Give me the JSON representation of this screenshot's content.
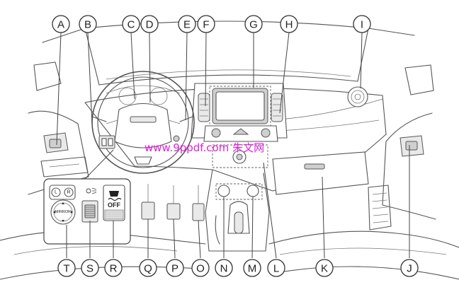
{
  "watermark": "www.9ppdf.com 朱文网",
  "callouts_top": [
    "A",
    "B",
    "C",
    "D",
    "E",
    "F",
    "G",
    "H",
    "I"
  ],
  "callouts_bottom": [
    "T",
    "S",
    "R",
    "Q",
    "P",
    "O",
    "N",
    "M",
    "L",
    "K",
    "J"
  ],
  "inset": {
    "mirror_switch": {
      "left": "L",
      "right": "R",
      "center": "MIRROR"
    },
    "esp_off": "OFF"
  },
  "icons": [
    "mirror-switch-icon",
    "headlamp-leveling-icon",
    "esp-off-icon"
  ]
}
